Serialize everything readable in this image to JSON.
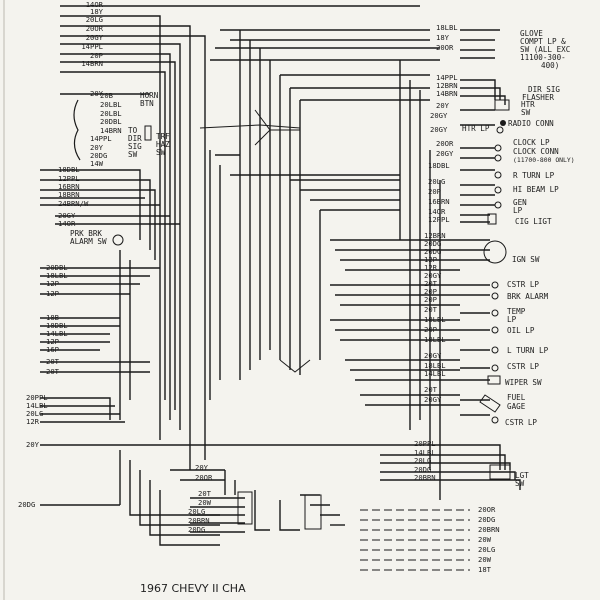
{
  "left_top_labels": [
    "14OR",
    "18Y",
    "20LG",
    "20OR",
    "20GY",
    "14PPL",
    "20P",
    "14BRN",
    "20Y"
  ],
  "left_switch_labels": [
    "20B",
    "20LBL",
    "20LBL",
    "20DBL",
    "14BRN",
    "14PPL",
    "20Y",
    "20DG",
    "14W"
  ],
  "left_mid_labels": [
    "18DBL",
    "12PPL",
    "16BRN",
    "18BRN",
    "24BRN/W",
    "20GY",
    "14OR"
  ],
  "left_lower_labels": [
    "20DBL",
    "18LBL",
    "12P",
    "12P",
    "18B",
    "18DBL",
    "14LBL",
    "12P",
    "16P",
    "20T",
    "20T"
  ],
  "left_bottom_labels": [
    "20PPL",
    "14LBL",
    "20LG",
    "12R",
    "20Y",
    "20DG"
  ],
  "right_wire_labels_a": [
    "18LBL",
    "18Y",
    "20OR",
    "14PPL",
    "12BRN",
    "14BRN",
    "20Y",
    "20GY",
    "20GY",
    "20OR",
    "20GY",
    "18DBL",
    "20LG",
    "20P",
    "16BRN",
    "14OR",
    "12PPL"
  ],
  "right_wire_labels_b": [
    "12BRN",
    "20DG",
    "20DG",
    "12P",
    "12R",
    "20GY",
    "20T",
    "20P",
    "20P",
    "20T",
    "18LBL",
    "20P",
    "18LBL",
    "20GY",
    "18LBL",
    "14LBL",
    "20T",
    "20GY"
  ],
  "right_wire_labels_c": [
    "20PPL",
    "14LBL",
    "20LG",
    "20DG",
    "20BRN"
  ],
  "bottom_center_labels": [
    "20Y",
    "20OR",
    "20T",
    "20W",
    "20LG",
    "20BRN",
    "20DG"
  ],
  "bottom_right_labels": [
    "20OR",
    "20DG",
    "20BRN",
    "20W",
    "20LG",
    "20W",
    "18T"
  ],
  "components": {
    "glove": "GLOVE",
    "glove2": "COMPT LP &",
    "glove3": "SW (ALL EXC",
    "glove4": "11100-300-",
    "glove5": "400)",
    "dir_sig": "DIR SIG",
    "flasher": "FLASHER",
    "htr_sw_a": "HTR",
    "htr_sw_b": "SW",
    "radio_conn": "RADIO CONN",
    "htr_lp": "HTR LP",
    "clock_lp": "CLOCK LP",
    "clock_conn": "CLOCK CONN",
    "clock_note": "(11700-800 ONLY)",
    "r_turn": "R TURN LP",
    "hi_beam": "HI BEAM LP",
    "gen_lp_a": "GEN",
    "gen_lp_b": "LP",
    "cig_ligt": "CIG LIGT",
    "ign_sw": "IGN SW",
    "cstr_lp1": "CSTR LP",
    "brk_alarm": "BRK ALARM",
    "temp_lp_a": "TEMP",
    "temp_lp_b": "LP",
    "oil_lp": "OIL LP",
    "l_turn": "L TURN LP",
    "cstr_lp2": "CSTR LP",
    "wiper_sw": "WIPER SW",
    "fuel_a": "FUEL",
    "fuel_b": "GAGE",
    "cstr_lp3": "CSTR LP",
    "lgt_sw_a": "LGT",
    "lgt_sw_b": "SW",
    "horn_a": "HORN",
    "horn_b": "BTN",
    "to_dir": [
      "TO",
      "DIR",
      "SIG",
      "SW"
    ],
    "trf_haz": [
      "TRF",
      "HAZ",
      "SW"
    ],
    "prk_brk": [
      "PRK BRK",
      "ALARM SW"
    ]
  },
  "footer_title": "1967 CHEVY II CHA"
}
